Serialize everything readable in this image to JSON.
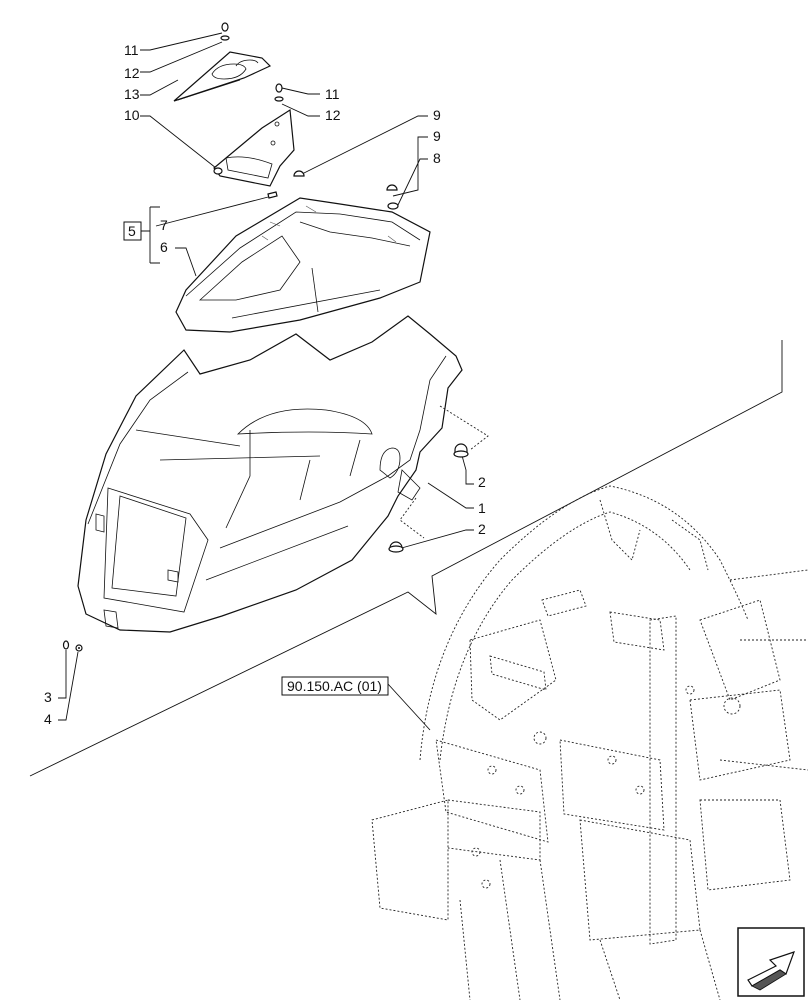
{
  "callouts": {
    "c11a": "11",
    "c12a": "12",
    "c13": "13",
    "c11b": "11",
    "c12b": "12",
    "c10": "10",
    "c9a": "9",
    "c9b": "9",
    "c8": "8",
    "c5": "5",
    "c7": "7",
    "c6": "6",
    "c2a": "2",
    "c1": "1",
    "c2b": "2",
    "c3": "3",
    "c4": "4"
  },
  "reference_box": "90.150.AC (01)",
  "icons": {
    "nav": "next-page-arrow-icon"
  }
}
